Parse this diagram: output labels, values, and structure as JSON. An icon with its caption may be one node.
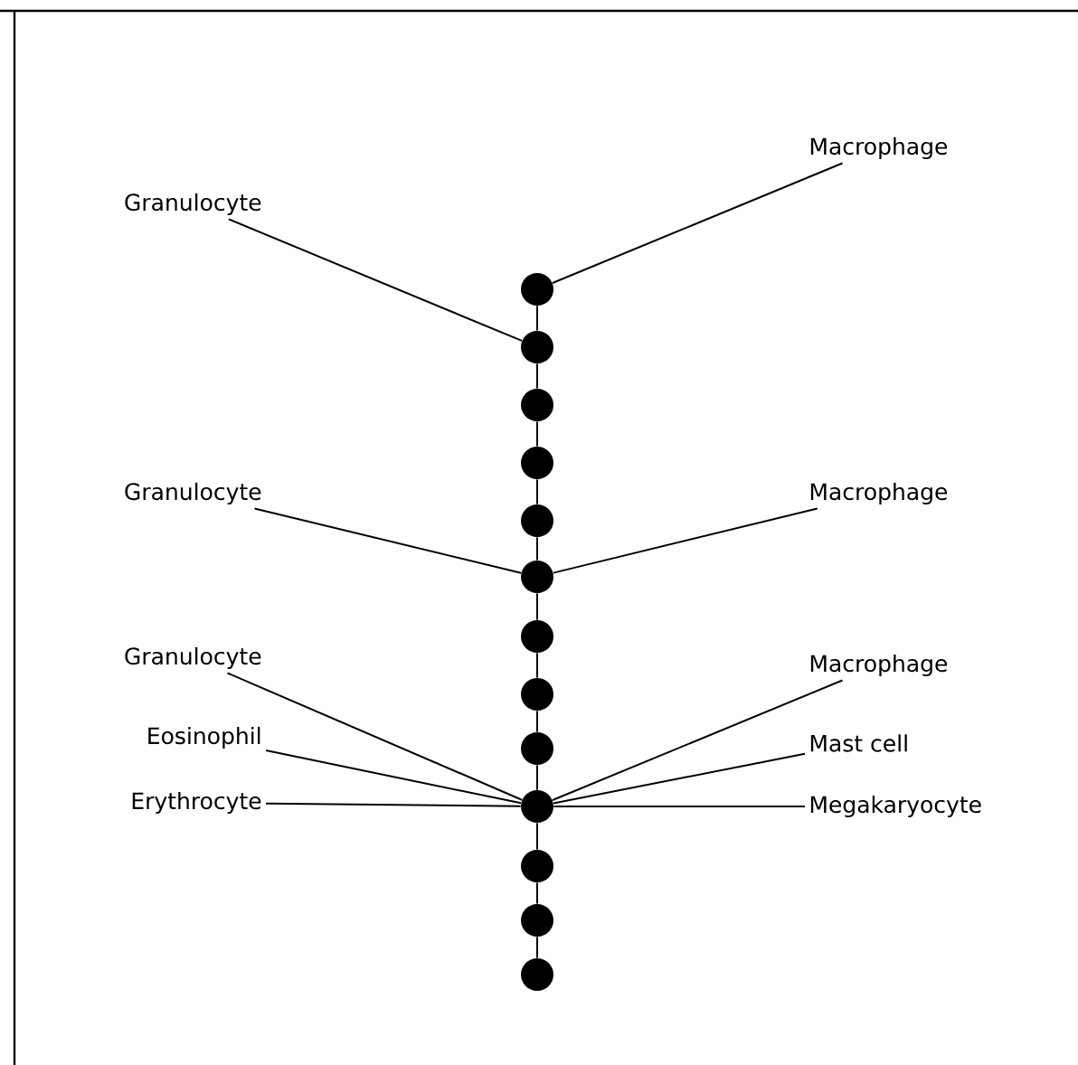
{
  "diagram": {
    "nodes": [
      {
        "text": [],
        "shape": "circle"
      },
      {
        "text": [],
        "shape": "circle"
      },
      {
        "text": [],
        "shape": "circle"
      },
      {
        "text": [],
        "shape": "circle"
      },
      {
        "text": [],
        "shape": "circle"
      },
      {
        "text": [],
        "shape": "circle"
      },
      {
        "text": [],
        "shape": "circle"
      },
      {
        "text": [],
        "shape": "circle"
      },
      {
        "text": [],
        "shape": "circle"
      },
      {
        "text": [],
        "shape": "circle"
      },
      {
        "text": [],
        "shape": "circle"
      },
      {
        "text": [],
        "shape": "circle"
      },
      {
        "text": [],
        "shape": "circle"
      },
      {
        "text": [
          "Macrophage"
        ]
      },
      {
        "text": [
          "Granulocyte"
        ]
      },
      {
        "text": [
          "Granulocyte"
        ]
      },
      {
        "text": [
          "Macrophage"
        ]
      },
      {
        "text": [
          "Granulocyte"
        ]
      },
      {
        "text": [
          "Macrophage"
        ]
      },
      {
        "text": [
          "Eosinophil"
        ]
      },
      {
        "text": [
          "Mast cell"
        ]
      },
      {
        "text": [
          "Erythrocyte"
        ]
      },
      {
        "text": [
          "Megakaryocyte"
        ]
      }
    ],
    "edges": [
      {
        "from": 0,
        "to": 1,
        "arrow": "none"
      },
      {
        "from": 1,
        "to": 2,
        "arrow": "none"
      },
      {
        "from": 2,
        "to": 3,
        "arrow": "none"
      },
      {
        "from": 3,
        "to": 4,
        "arrow": "none"
      },
      {
        "from": 4,
        "to": 5,
        "arrow": "none"
      },
      {
        "from": 5,
        "to": 6,
        "arrow": "none"
      },
      {
        "from": 6,
        "to": 7,
        "arrow": "none"
      },
      {
        "from": 7,
        "to": 8,
        "arrow": "none"
      },
      {
        "from": 8,
        "to": 9,
        "arrow": "none"
      },
      {
        "from": 9,
        "to": 10,
        "arrow": "none"
      },
      {
        "from": 10,
        "to": 11,
        "arrow": "none"
      },
      {
        "from": 11,
        "to": 12,
        "arrow": "none"
      },
      {
        "from": 13,
        "to": 0,
        "arrow": "none"
      },
      {
        "from": 14,
        "to": 1,
        "arrow": "none"
      },
      {
        "from": 15,
        "to": 5,
        "arrow": "none"
      },
      {
        "from": 16,
        "to": 5,
        "arrow": "none"
      },
      {
        "from": 17,
        "to": 9,
        "arrow": "none"
      },
      {
        "from": 18,
        "to": 9,
        "arrow": "none"
      },
      {
        "from": 19,
        "to": 9,
        "arrow": "none"
      },
      {
        "from": 20,
        "to": 9,
        "arrow": "none"
      },
      {
        "from": 21,
        "to": 9,
        "arrow": "none"
      },
      {
        "from": 22,
        "to": 9,
        "arrow": "none"
      }
    ]
  }
}
